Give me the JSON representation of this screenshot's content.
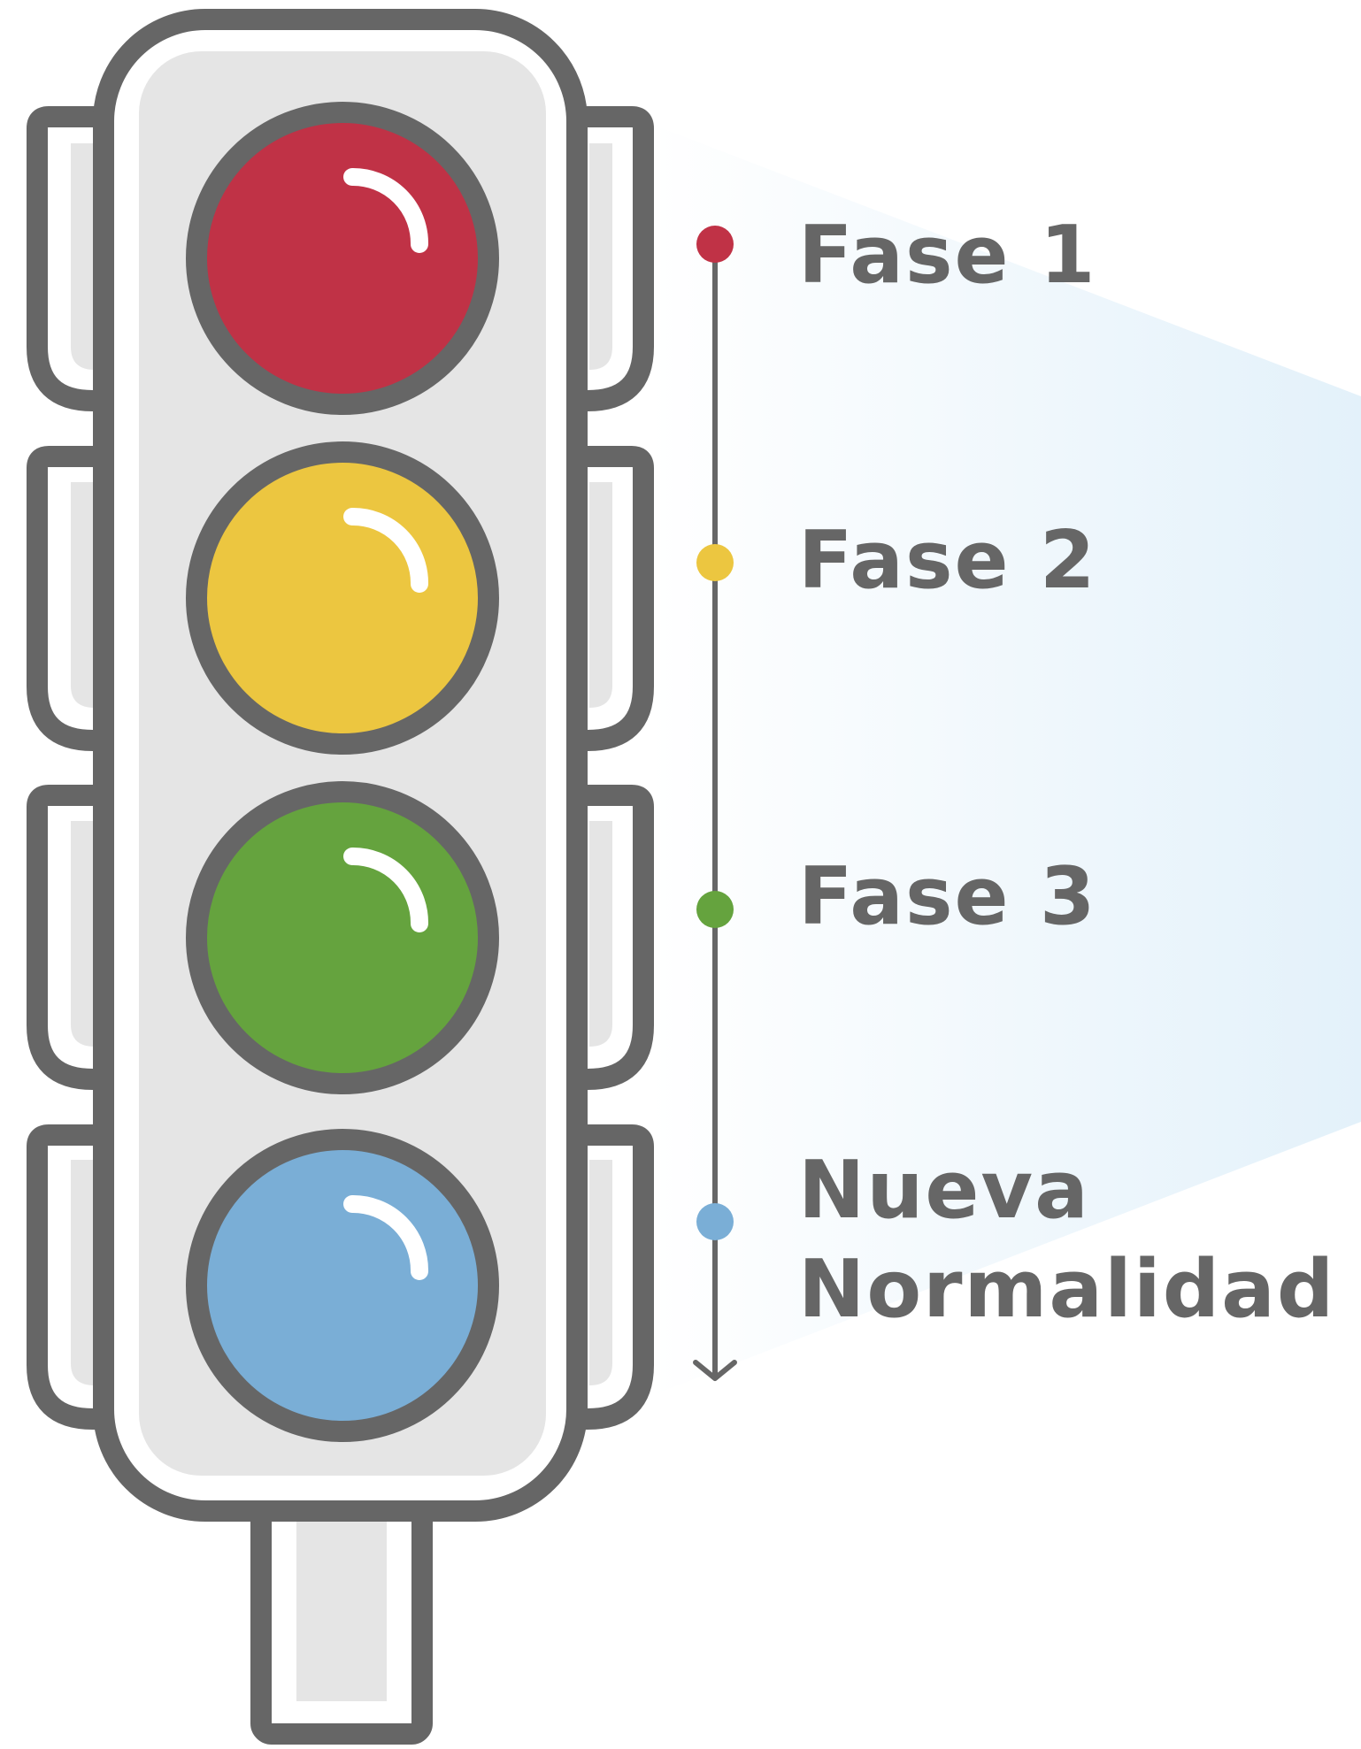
{
  "phases": [
    {
      "label": "Fase 1",
      "color": "#C03246"
    },
    {
      "label": "Fase 2",
      "color": "#ECC640"
    },
    {
      "label": "Fase 3",
      "color": "#65A33E"
    },
    {
      "label_line1": "Nueva",
      "label_line2": "Normalidad",
      "color": "#7AAED6"
    }
  ],
  "colors": {
    "outline": "#666666",
    "housing_fill": "#E5E5E5",
    "beam": "#E3F1FA",
    "timeline": "#666666"
  }
}
